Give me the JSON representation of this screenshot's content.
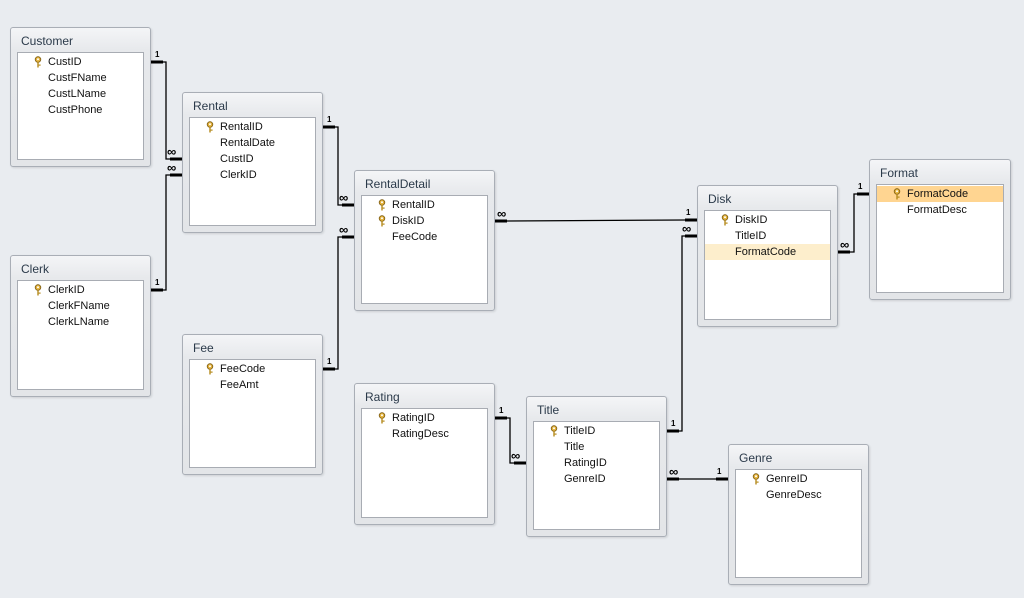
{
  "tables": [
    {
      "name": "Customer",
      "fields": [
        {
          "name": "CustID",
          "key": true
        },
        {
          "name": "CustFName",
          "key": false
        },
        {
          "name": "CustLName",
          "key": false
        },
        {
          "name": "CustPhone",
          "key": false
        }
      ]
    },
    {
      "name": "Clerk",
      "fields": [
        {
          "name": "ClerkID",
          "key": true
        },
        {
          "name": "ClerkFName",
          "key": false
        },
        {
          "name": "ClerkLName",
          "key": false
        }
      ]
    },
    {
      "name": "Rental",
      "fields": [
        {
          "name": "RentalID",
          "key": true
        },
        {
          "name": "RentalDate",
          "key": false
        },
        {
          "name": "CustID",
          "key": false
        },
        {
          "name": "ClerkID",
          "key": false
        }
      ]
    },
    {
      "name": "Fee",
      "fields": [
        {
          "name": "FeeCode",
          "key": true
        },
        {
          "name": "FeeAmt",
          "key": false
        }
      ]
    },
    {
      "name": "RentalDetail",
      "fields": [
        {
          "name": "RentalID",
          "key": true
        },
        {
          "name": "DiskID",
          "key": true
        },
        {
          "name": "FeeCode",
          "key": false
        }
      ]
    },
    {
      "name": "Rating",
      "fields": [
        {
          "name": "RatingID",
          "key": true
        },
        {
          "name": "RatingDesc",
          "key": false
        }
      ]
    },
    {
      "name": "Title",
      "fields": [
        {
          "name": "TitleID",
          "key": true
        },
        {
          "name": "Title",
          "key": false
        },
        {
          "name": "RatingID",
          "key": false
        },
        {
          "name": "GenreID",
          "key": false
        }
      ]
    },
    {
      "name": "Disk",
      "fields": [
        {
          "name": "DiskID",
          "key": true
        },
        {
          "name": "TitleID",
          "key": false
        },
        {
          "name": "FormatCode",
          "key": false,
          "highlight": true
        }
      ]
    },
    {
      "name": "Format",
      "fields": [
        {
          "name": "FormatCode",
          "key": true,
          "selected": true
        },
        {
          "name": "FormatDesc",
          "key": false
        }
      ]
    },
    {
      "name": "Genre",
      "fields": [
        {
          "name": "GenreID",
          "key": true
        },
        {
          "name": "GenreDesc",
          "key": false
        }
      ]
    }
  ],
  "relationships": [
    {
      "from": "Customer.CustID",
      "to": "Rental.CustID",
      "one_label": "1",
      "many_label": "∞"
    },
    {
      "from": "Clerk.ClerkID",
      "to": "Rental.ClerkID",
      "one_label": "1",
      "many_label": "∞"
    },
    {
      "from": "Rental.RentalID",
      "to": "RentalDetail.RentalID",
      "one_label": "1",
      "many_label": "∞"
    },
    {
      "from": "Fee.FeeCode",
      "to": "RentalDetail.FeeCode",
      "one_label": "1",
      "many_label": "∞"
    },
    {
      "from": "Disk.DiskID",
      "to": "RentalDetail.DiskID",
      "one_label": "1",
      "many_label": "∞"
    },
    {
      "from": "Title.TitleID",
      "to": "Disk.TitleID",
      "one_label": "1",
      "many_label": "∞"
    },
    {
      "from": "Format.FormatCode",
      "to": "Disk.FormatCode",
      "one_label": "1",
      "many_label": "∞"
    },
    {
      "from": "Rating.RatingID",
      "to": "Title.RatingID",
      "one_label": "1",
      "many_label": "∞"
    },
    {
      "from": "Genre.GenreID",
      "to": "Title.GenreID",
      "one_label": "1",
      "many_label": "∞"
    }
  ],
  "colors": {
    "background": "#e9ecf0",
    "selected_row": "#ffd591",
    "highlight_row": "#fdeecc",
    "line": "#000000"
  }
}
